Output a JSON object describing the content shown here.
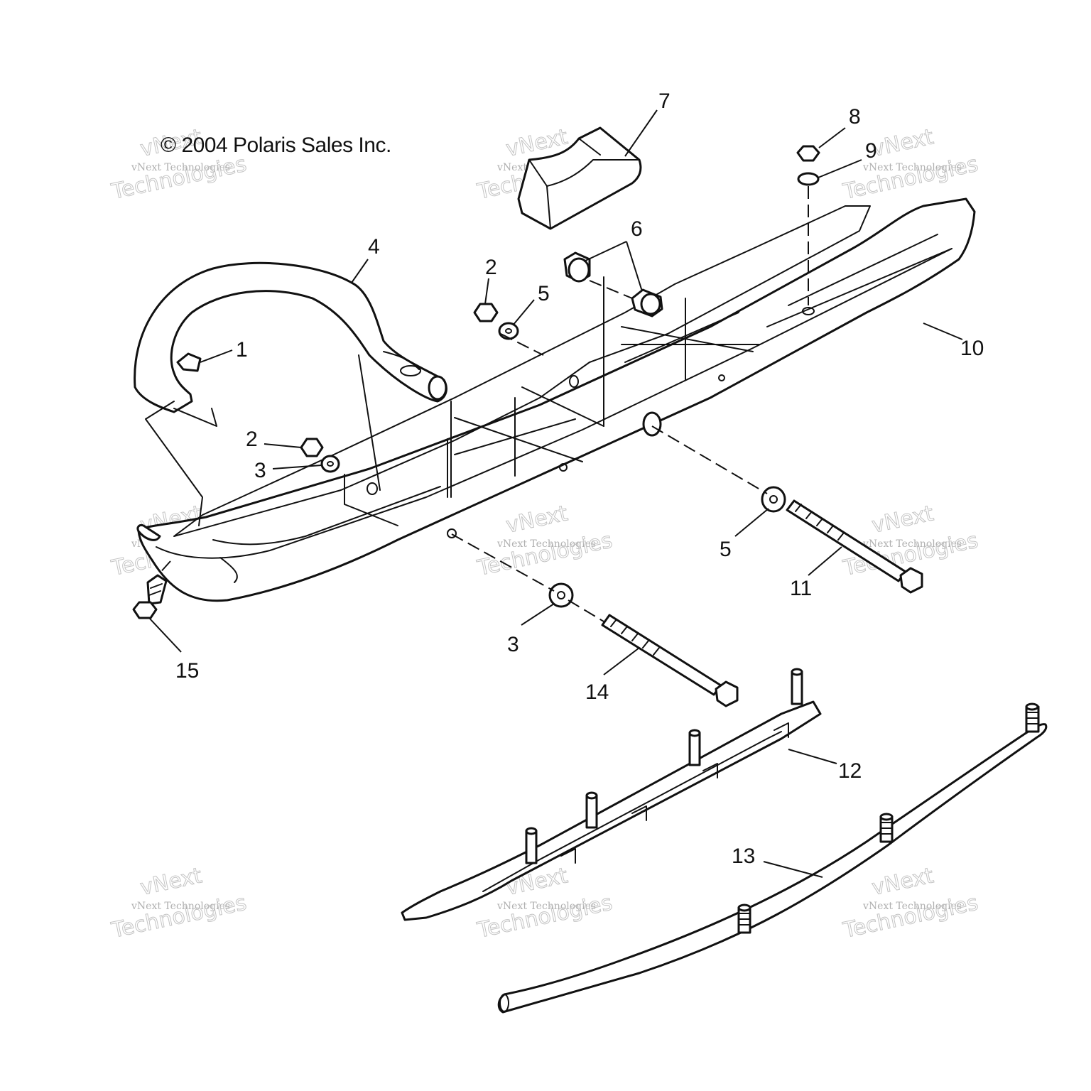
{
  "copyright": "© 2004 Polaris Sales Inc.",
  "watermark": {
    "line1": "vNext",
    "line2": "vNext Technologies",
    "line3": "Technologies"
  },
  "callouts": {
    "c1": "1",
    "c2a": "2",
    "c2b": "2",
    "c3a": "3",
    "c3b": "3",
    "c4": "4",
    "c5a": "5",
    "c5b": "5",
    "c6": "6",
    "c7": "7",
    "c8": "8",
    "c9": "9",
    "c10": "10",
    "c11": "11",
    "c12": "12",
    "c13": "13",
    "c14": "14",
    "c15": "15"
  }
}
